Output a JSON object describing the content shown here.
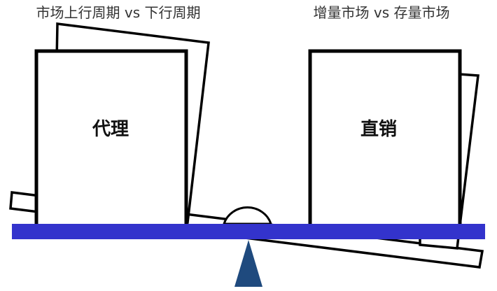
{
  "titles": {
    "left": "市场上行周期 vs 下行周期",
    "right": "增量市场 vs 存量市场"
  },
  "boxes": {
    "left_label": "代理",
    "right_label": "直销"
  },
  "colors": {
    "beam": "#3333cc",
    "fulcrum": "#1f4a7e",
    "outline": "#000000"
  }
}
